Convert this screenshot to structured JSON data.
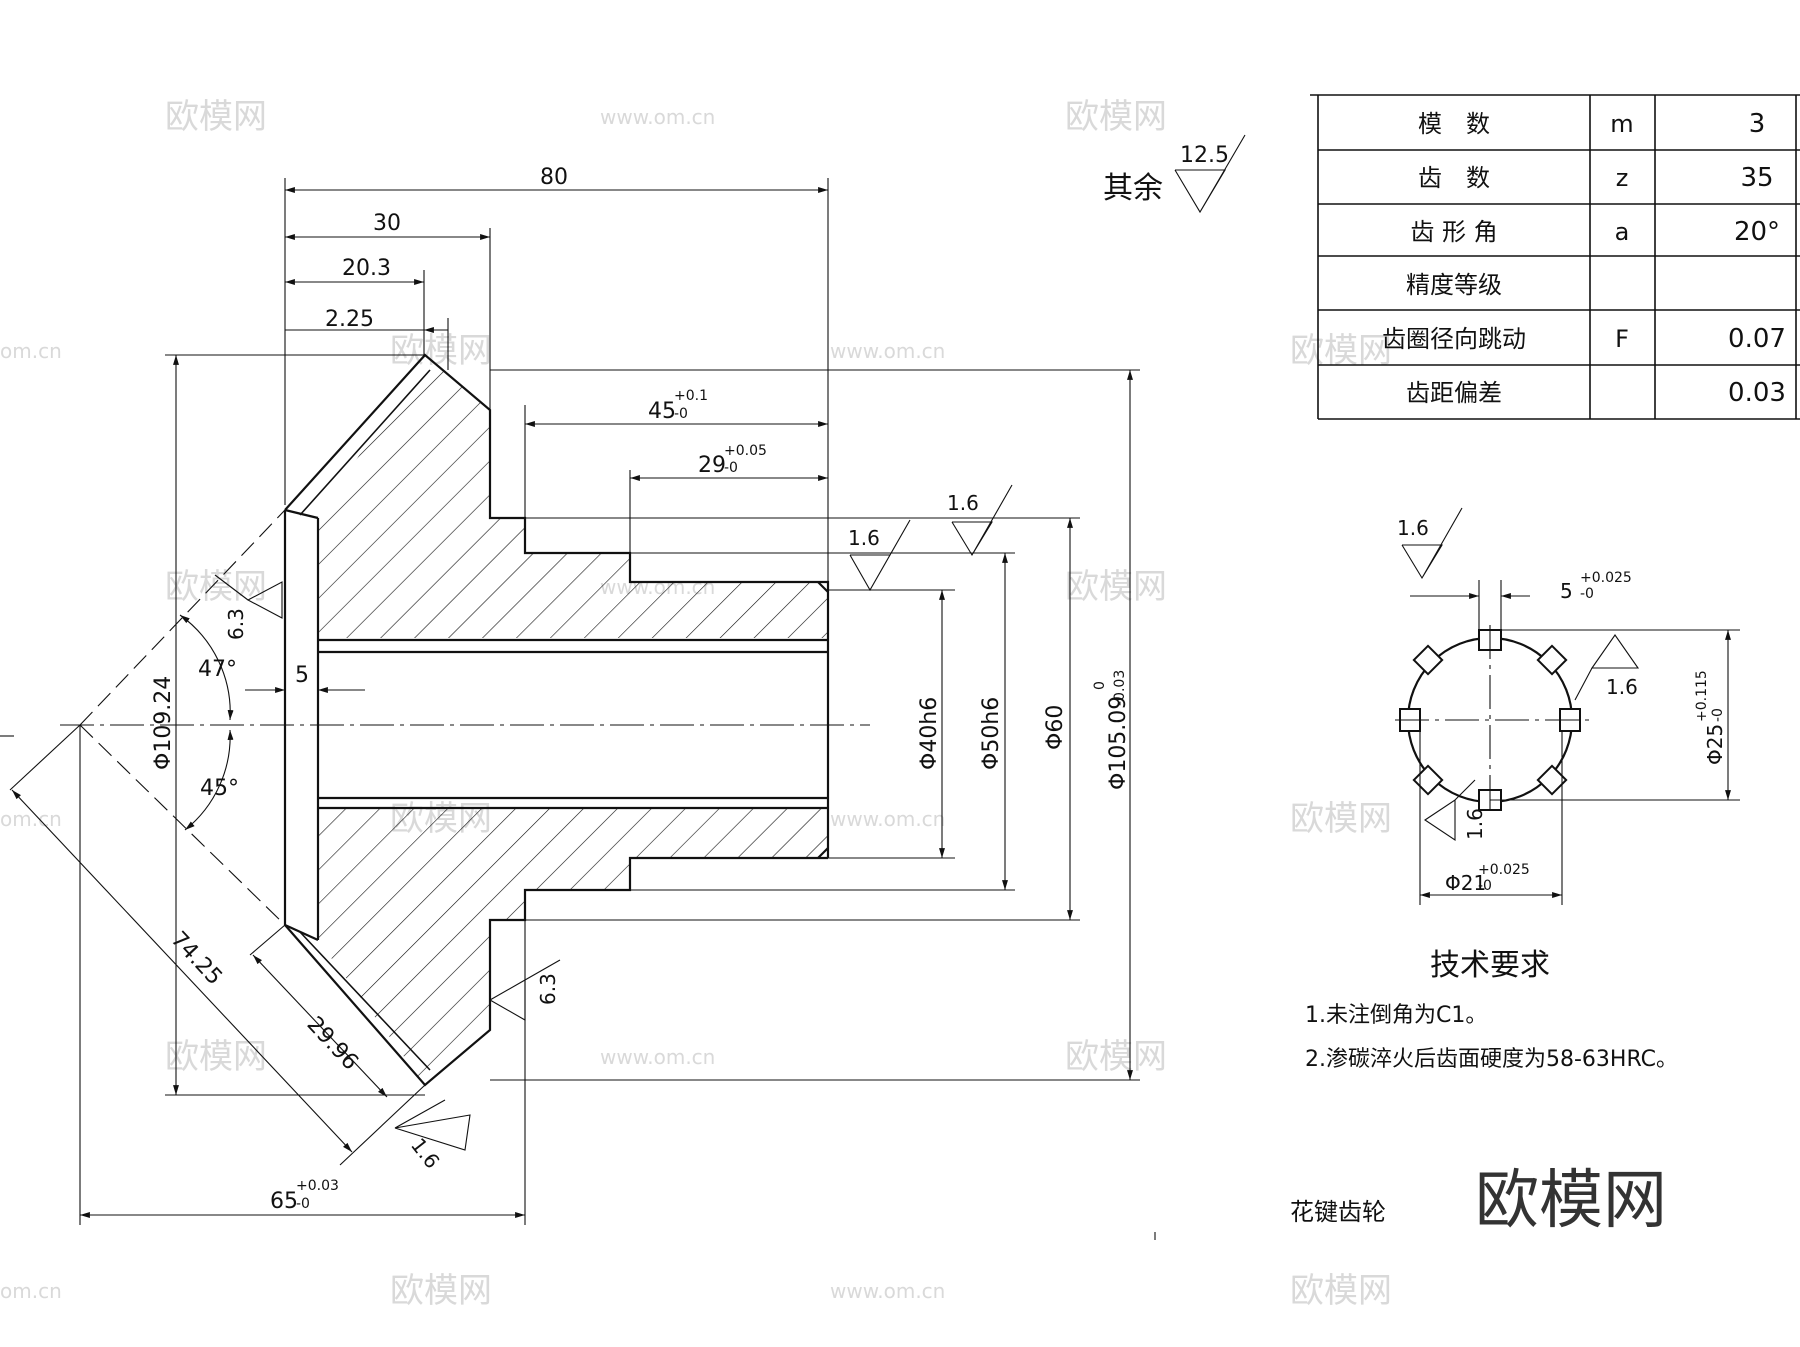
{
  "watermarks": {
    "cn": "欧模网",
    "url": "www.om.cn",
    "url_short": "om.cn",
    "logo": "欧模网"
  },
  "surface": {
    "remaining_label": "其余",
    "remaining_value": "12.5"
  },
  "dimensions": {
    "d80": "80",
    "d30": "30",
    "d20_3": "20.3",
    "d2_25": "2.25",
    "d45": "45",
    "d45_tol": "+0.1",
    "d45_tol_lo": "-0",
    "d29": "29",
    "d29_tol": "+0.05",
    "d29_tol_lo": "-0",
    "d5": "5",
    "angle47": "47°",
    "angle45": "45°",
    "dia109": "Φ109.24",
    "dia40": "Φ40h6",
    "dia50": "Φ50h6",
    "dia60": "Φ60",
    "dia105": "Φ105.09",
    "dia105_tol_hi": "0",
    "dia105_tol_lo": "-0.03",
    "d74_25": "74.25",
    "d29_96": "29.96",
    "d65": "65",
    "d65_tol": "+0.03",
    "d65_tol_lo": "-0",
    "ra16": "1.6",
    "ra63": "6.3"
  },
  "spline": {
    "width": "5",
    "width_tol": "+0.025",
    "width_tol_lo": "-0",
    "outer": "Φ25",
    "outer_tol": "+0.115",
    "outer_tol_lo": "-0",
    "inner": "Φ21",
    "inner_tol": "+0.025",
    "inner_tol_lo": "-0",
    "ra": "1.6"
  },
  "params_table": {
    "rows": [
      {
        "name": "模　数",
        "symbol": "m",
        "value": "3"
      },
      {
        "name": "齿　数",
        "symbol": "z",
        "value": "35"
      },
      {
        "name": "齿 形 角",
        "symbol": "a",
        "value": "20°"
      },
      {
        "name": "精度等级",
        "symbol": "",
        "value": ""
      },
      {
        "name": "齿圈径向跳动",
        "symbol": "F",
        "value": "0.07"
      },
      {
        "name": "齿距偏差",
        "symbol": "",
        "value": "0.03"
      }
    ]
  },
  "requirements": {
    "title": "技术要求",
    "item1": "1.未注倒角为C1。",
    "item2": "2.渗碳淬火后齿面硬度为58-63HRC。"
  },
  "part_name": "花键齿轮"
}
